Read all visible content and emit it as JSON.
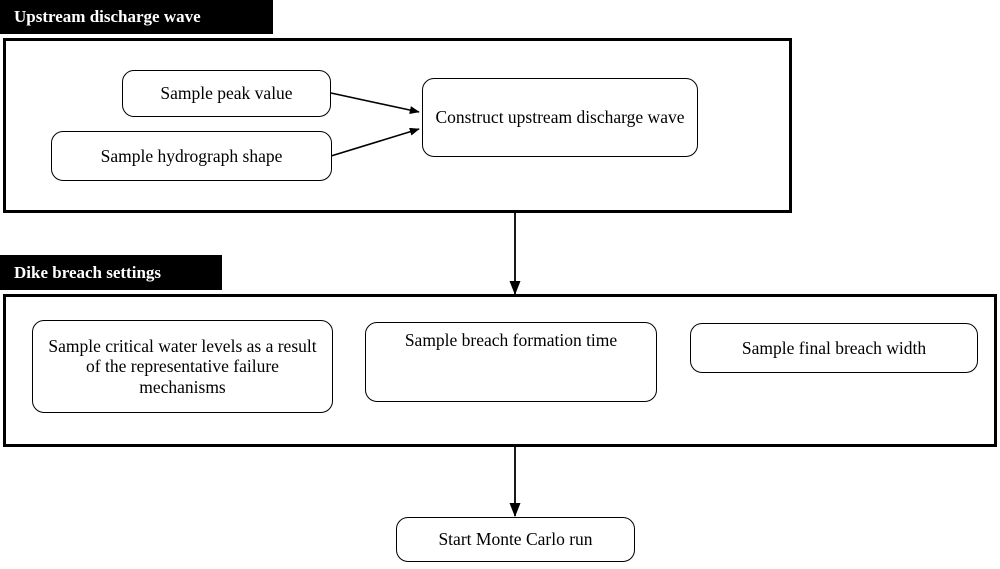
{
  "diagram": {
    "title": "Monte Carlo flood simulation setup flowchart",
    "background": "#ffffff",
    "line_color": "#000000",
    "header_bg": "#000000",
    "header_text_color": "#ffffff"
  },
  "groups": [
    {
      "id": "upstream-discharge-wave",
      "header": "Upstream discharge wave",
      "nodes": [
        {
          "id": "sample-peak-value",
          "label": "Sample peak value"
        },
        {
          "id": "sample-hydrograph-shape",
          "label": "Sample hydrograph shape"
        },
        {
          "id": "construct-upstream-discharge-wave",
          "label": "Construct upstream discharge wave"
        }
      ]
    },
    {
      "id": "dike-breach-settings",
      "header": "Dike breach settings",
      "nodes": [
        {
          "id": "sample-critical-water-levels",
          "label": "Sample critical water levels as a result of the representative failure mechanisms"
        },
        {
          "id": "sample-breach-formation-time",
          "label": "Sample breach formation time"
        },
        {
          "id": "sample-final-breach-width",
          "label": "Sample final breach width"
        }
      ]
    }
  ],
  "terminal": {
    "id": "start-monte-carlo-run",
    "label": "Start Monte Carlo run"
  },
  "connectors": [
    {
      "from": "sample-peak-value",
      "to": "construct-upstream-discharge-wave"
    },
    {
      "from": "sample-hydrograph-shape",
      "to": "construct-upstream-discharge-wave"
    },
    {
      "from": "upstream-discharge-wave",
      "to": "dike-breach-settings"
    },
    {
      "from": "dike-breach-settings",
      "to": "start-monte-carlo-run"
    }
  ]
}
